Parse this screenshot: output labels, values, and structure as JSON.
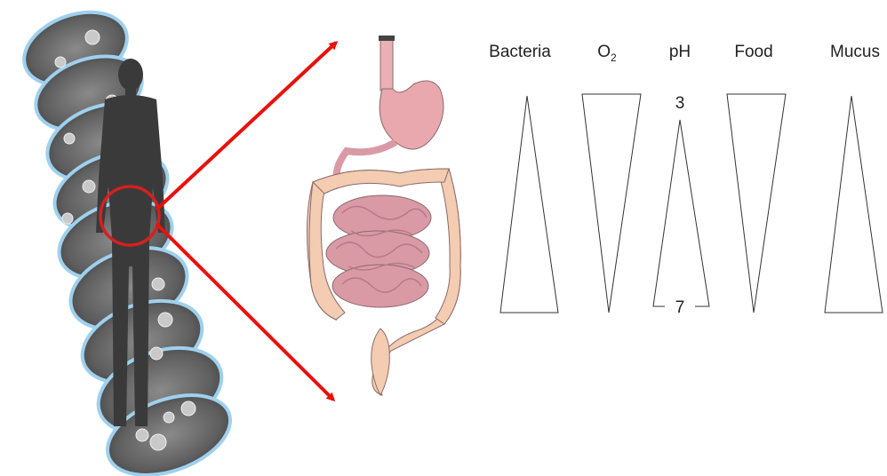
{
  "gradients": {
    "labels": [
      "Bacteria",
      "O",
      "pH",
      "Food",
      "Mucus"
    ],
    "o2_subscript": "2",
    "ph_top": "3",
    "ph_bottom": "7"
  },
  "colors": {
    "arrow": "#e8110c",
    "circle": "#d61f1f",
    "silhouette": "#3a3a3a",
    "stomach": "#e9a8ae",
    "colon": "#f3ccb1",
    "small_intestine": "#d99aa6"
  },
  "icons": {
    "person": "human-silhouette-icon",
    "gut": "digestive-tract-icon"
  }
}
